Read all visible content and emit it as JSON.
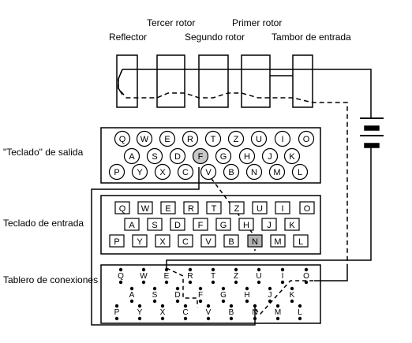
{
  "labels": {
    "reflector": "Reflector",
    "rotor3": "Tercer rotor",
    "rotor2": "Segundo rotor",
    "rotor1": "Primer rotor",
    "entry": "Tambor de entrada",
    "lampboard": "\"Teclado\" de salida",
    "keyboard": "Teclado de entrada",
    "plugboard": "Tablero de conexiones"
  },
  "rows": [
    [
      "Q",
      "W",
      "E",
      "R",
      "T",
      "Z",
      "U",
      "I",
      "O"
    ],
    [
      "A",
      "S",
      "D",
      "F",
      "G",
      "H",
      "J",
      "K"
    ],
    [
      "P",
      "Y",
      "X",
      "C",
      "V",
      "B",
      "N",
      "M",
      "L"
    ]
  ],
  "highlight": {
    "lamp": "F",
    "key": "N",
    "plug_pair": [
      "F",
      "E"
    ],
    "plug_out": "N"
  },
  "colors": {
    "stroke": "#000000",
    "lamp_lit": "#c8c8c8",
    "key_pressed": "#b4b4b4"
  }
}
